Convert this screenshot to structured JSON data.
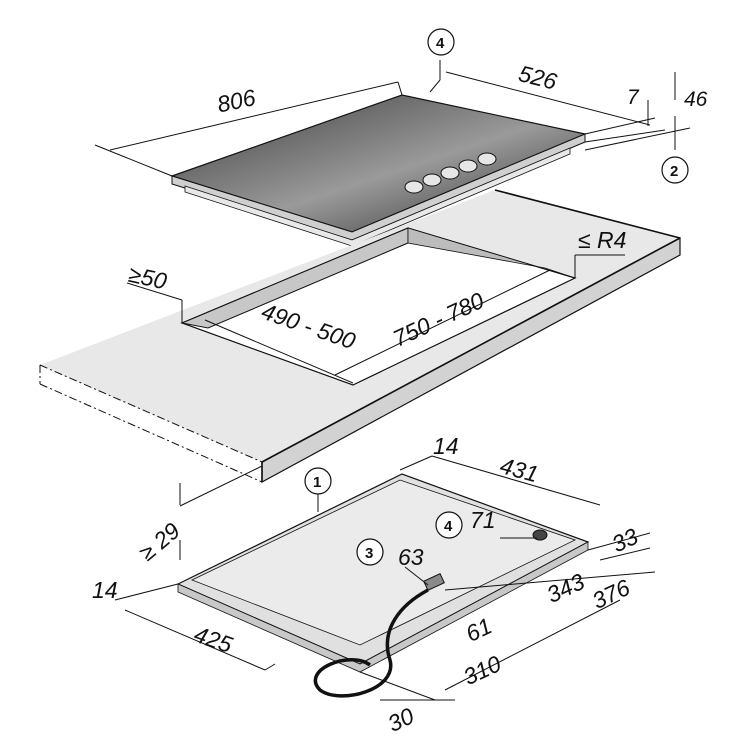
{
  "callouts": {
    "c1": "1",
    "c2": "2",
    "c3": "3",
    "c4_top": "4",
    "c4_bottom": "4"
  },
  "dims": {
    "width_806": "806",
    "depth_526": "526",
    "thick_7": "7",
    "height_46": "46",
    "cutout_depth": "490 - 500",
    "cutout_width": "750 - 780",
    "min_edge_50": "≥50",
    "radius": "≤ R4",
    "min_29": "≥ 29",
    "d14_top": "14",
    "d431": "431",
    "d71": "71",
    "d63": "63",
    "d33": "33",
    "d343": "343",
    "d376": "376",
    "d14_left": "14",
    "d425": "425",
    "d61": "61",
    "d310": "310",
    "d30": "30"
  },
  "colors": {
    "glass_dark": "#2a2a2a",
    "glass_light": "#9a9a9a",
    "counter_top": "#e6e6e6",
    "counter_side": "#cfcfcf",
    "base": "#dadada"
  }
}
